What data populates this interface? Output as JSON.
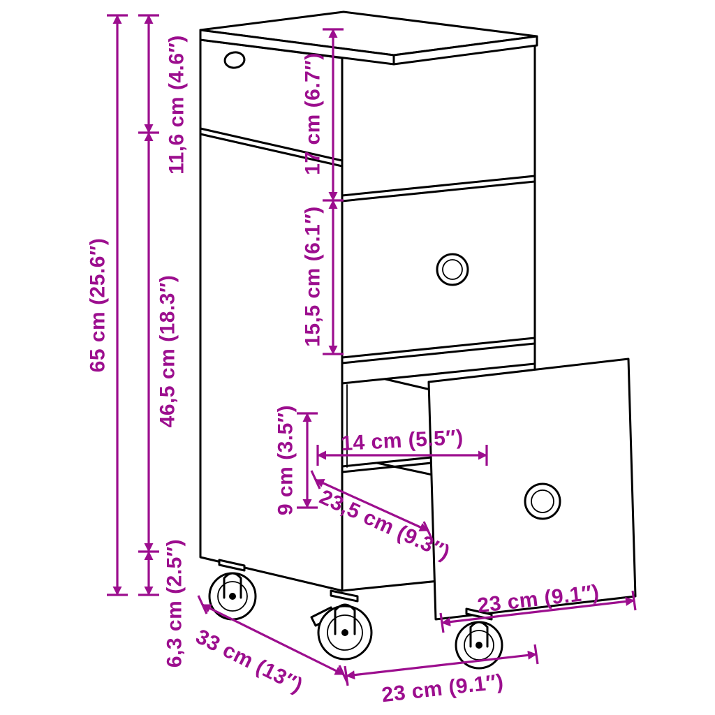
{
  "diagram": {
    "background": "#ffffff",
    "outline_color": "#000000",
    "dimension_color": "#9C0E8E",
    "dimensions": {
      "overall_height": "65 cm (25.6″)",
      "upper_section_height": "11,6 cm (4.6″)",
      "lower_section_height": "46,5 cm (18.3″)",
      "caster_height": "6,3 cm (2.5″)",
      "compartment_height": "17 cm (6.7″)",
      "drawer_front_height": "15,5 cm (6.1″)",
      "slot_height": "9 cm (3.5″)",
      "inner_width": "14 cm (5.5″)",
      "drawer_depth": "23,5 cm (9.3″)",
      "drawer_width": "23 cm (9.1″)",
      "cabinet_depth": "33 cm (13″)",
      "cabinet_width": "23 cm (9.1″)"
    }
  }
}
